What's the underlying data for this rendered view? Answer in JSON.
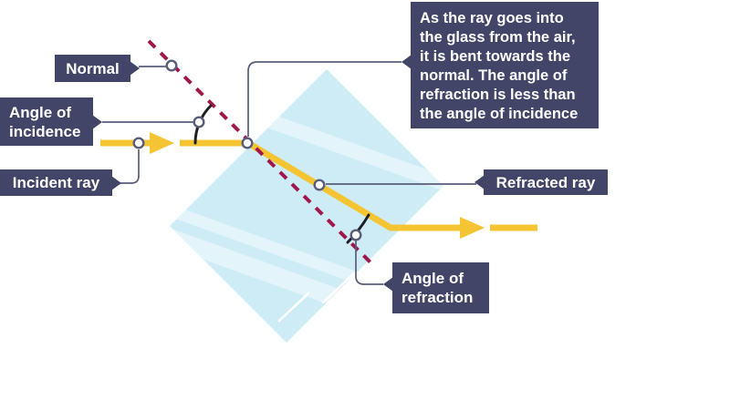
{
  "diagram": {
    "labels": {
      "normal": {
        "text": "Normal"
      },
      "angle_of_incidence": {
        "line1": "Angle of",
        "line2": "incidence"
      },
      "incident_ray": {
        "text": "Incident ray"
      },
      "refracted_ray": {
        "text": "Refracted ray"
      },
      "angle_of_refraction": {
        "line1": "Angle of",
        "line2": "refraction"
      }
    },
    "note": {
      "lines": [
        "As the ray goes into",
        "the glass from the air,",
        "it is bent towards the",
        "normal. The angle of",
        "refraction is less than",
        "the angle of incidence"
      ]
    },
    "colors": {
      "label_background": "#434568",
      "label_text": "#ffffff",
      "ray_yellow": "#f5c433",
      "normal_dashed_crimson": "#a0174c",
      "glass_blue": "#cdecf6",
      "connector_gray": "#5a5d7a",
      "angle_arc_black": "#1f1f24"
    }
  }
}
